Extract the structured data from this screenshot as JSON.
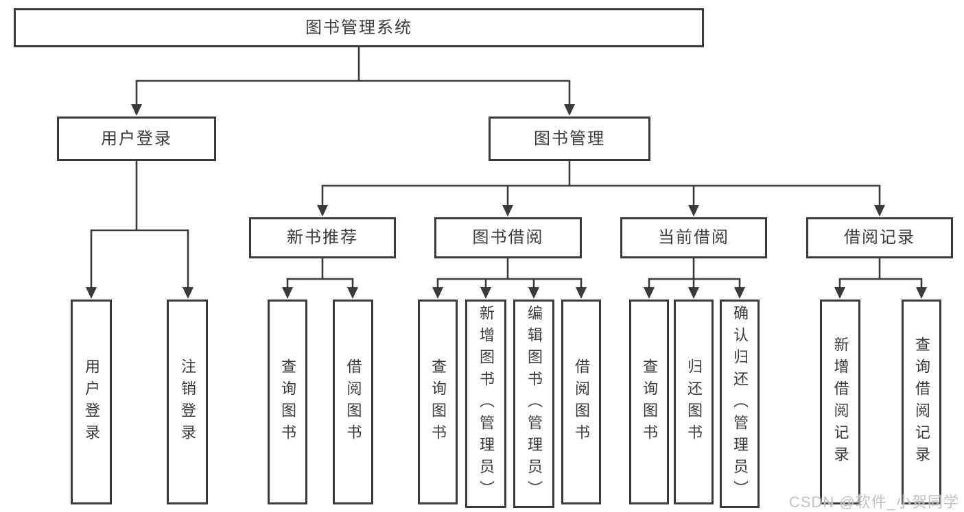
{
  "colors": {
    "line": "#3a3a3a",
    "text": "#3b3b3b",
    "box-bg": "#ffffff",
    "watermark": "#bcbcbc"
  },
  "watermark": {
    "text": "CSDN @软件_小贺同学"
  },
  "tree": {
    "root": {
      "label": "图书管理系统"
    },
    "level2": [
      {
        "label": "用户登录",
        "parent": "图书管理系统"
      },
      {
        "label": "图书管理",
        "parent": "图书管理系统"
      }
    ],
    "level3": [
      {
        "label": "新书推荐",
        "parent": "图书管理"
      },
      {
        "label": "图书借阅",
        "parent": "图书管理"
      },
      {
        "label": "当前借阅",
        "parent": "图书管理"
      },
      {
        "label": "借阅记录",
        "parent": "图书管理"
      }
    ],
    "leaves": [
      {
        "label": "用户登录",
        "parent": "用户登录"
      },
      {
        "label": "注销登录",
        "parent": "用户登录"
      },
      {
        "label": "查询图书",
        "parent": "新书推荐"
      },
      {
        "label": "借阅图书",
        "parent": "新书推荐"
      },
      {
        "label": "查询图书",
        "parent": "图书借阅"
      },
      {
        "label": "新增图书（管理员）",
        "parent": "图书借阅"
      },
      {
        "label": "编辑图书（管理员）",
        "parent": "图书借阅"
      },
      {
        "label": "借阅图书",
        "parent": "图书借阅"
      },
      {
        "label": "查询图书",
        "parent": "当前借阅"
      },
      {
        "label": "归还图书",
        "parent": "当前借阅"
      },
      {
        "label": "确认归还（管理员）",
        "parent": "当前借阅"
      },
      {
        "label": "新增借阅记录",
        "parent": "借阅记录"
      },
      {
        "label": "查询借阅记录",
        "parent": "借阅记录"
      }
    ]
  }
}
